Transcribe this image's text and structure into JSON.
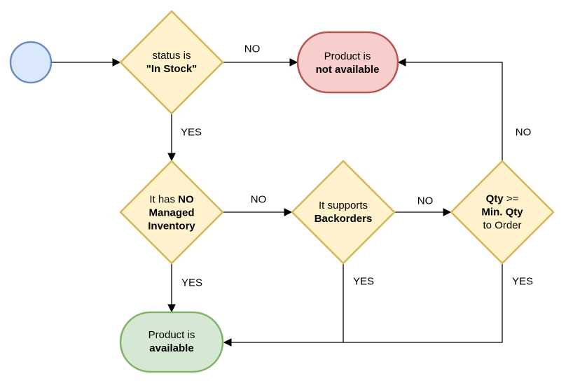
{
  "diagram": {
    "type": "flowchart",
    "nodes": {
      "start": {
        "kind": "start-circle"
      },
      "status": {
        "l1a": "status is",
        "l2b": "\"In Stock\""
      },
      "not_available": {
        "l1a": "Product is",
        "l2b": "not available"
      },
      "inventory": {
        "l1a": "It has ",
        "l1b": "NO",
        "l2b": "Managed",
        "l3b": "Inventory"
      },
      "backorders": {
        "l1a": "It supports",
        "l2b": "Backorders"
      },
      "qty": {
        "l1b": "Qty",
        "l1a": " >=",
        "l2b": "Min. Qty",
        "l3a": "to Order"
      },
      "available": {
        "l1a": "Product is",
        "l2b": "available"
      }
    },
    "edge_labels": {
      "status_no": "NO",
      "status_yes": "YES",
      "inventory_no": "NO",
      "inventory_yes": "YES",
      "backorders_no": "NO",
      "backorders_yes": "YES",
      "qty_no": "NO",
      "qty_yes": "YES"
    },
    "colors": {
      "decision_fill": "#fff2cc",
      "decision_stroke": "#d6b656",
      "start_fill": "#dae8fc",
      "start_stroke": "#6c8ebf",
      "negative_fill": "#f8cecc",
      "negative_stroke": "#b85450",
      "positive_fill": "#d5e8d4",
      "positive_stroke": "#82b366",
      "edge": "#000000",
      "text": "#000000"
    }
  }
}
